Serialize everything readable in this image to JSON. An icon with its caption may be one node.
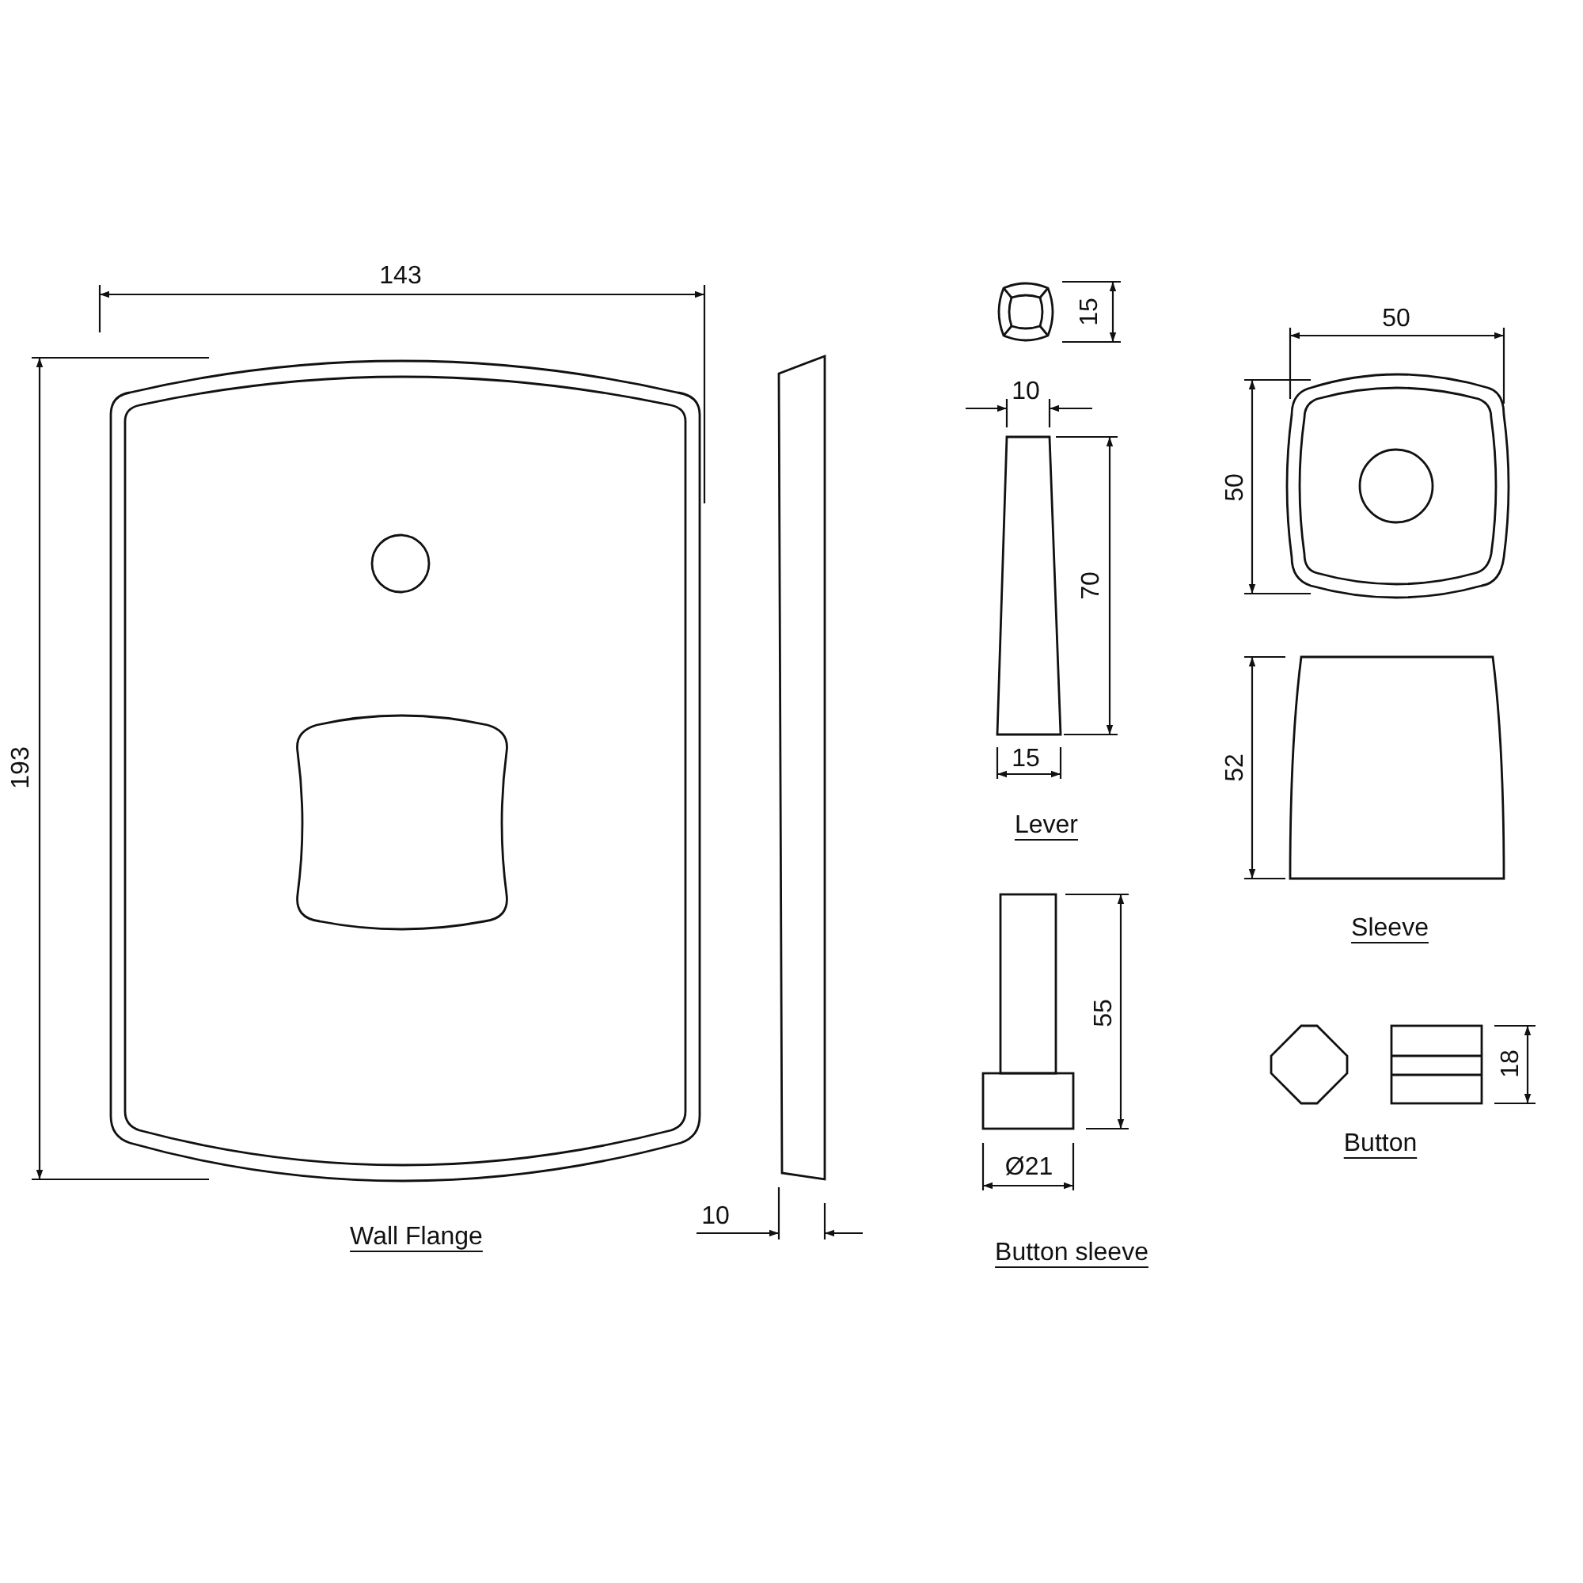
{
  "diagram": {
    "labels": [
      "143",
      "193",
      "15",
      "10",
      "50",
      "50",
      "70",
      "15",
      "Lever",
      "52",
      "Sleeve",
      "55",
      "18",
      "Button",
      "Wall Flange",
      "10",
      "Ø21",
      "Button sleeve"
    ]
  }
}
